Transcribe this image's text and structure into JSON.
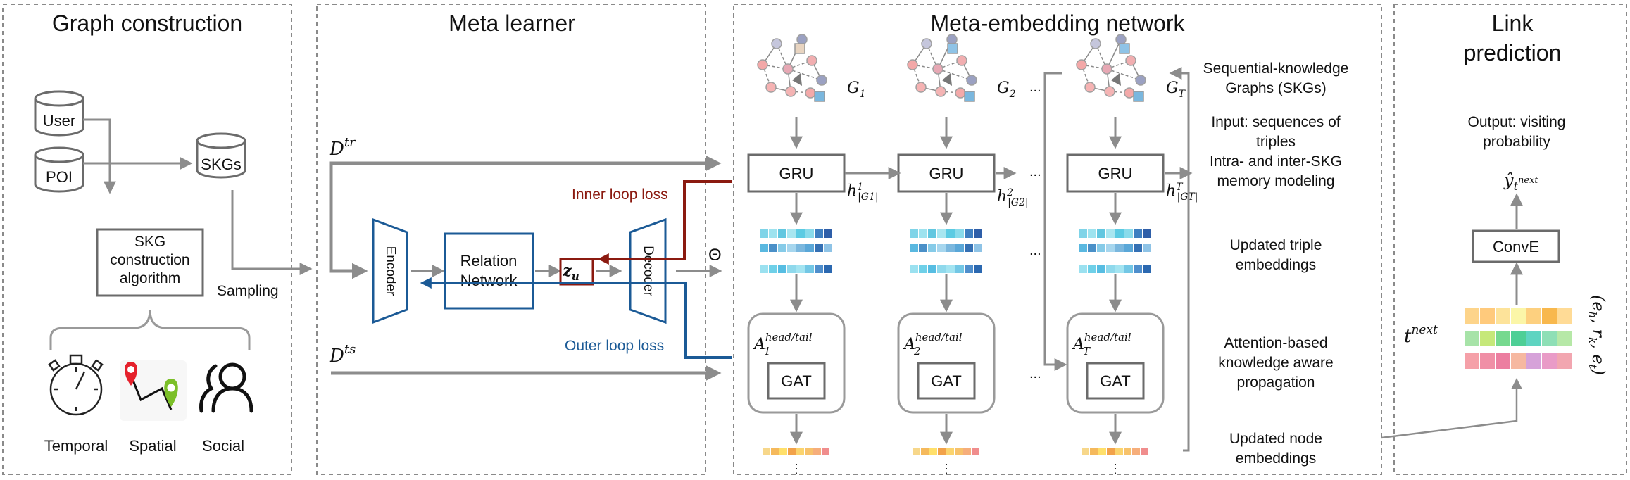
{
  "panels": {
    "graph_construction": {
      "title": "Graph construction",
      "user": "User",
      "poi": "POI",
      "skgs": "SKGs",
      "algorithm": [
        "SKG",
        "construction",
        "algorithm"
      ],
      "sampling": "Sampling",
      "temporal": "Temporal",
      "spatial": "Spatial",
      "social": "Social"
    },
    "meta_learner": {
      "title": "Meta learner",
      "d_tr": "D",
      "d_tr_sup": "tr",
      "d_ts": "D",
      "d_ts_sup": "ts",
      "encoder": "Encoder",
      "relation": [
        "Relation",
        "Network"
      ],
      "z_u": "z",
      "z_u_sub": "u",
      "decoder": "Decoder",
      "inner_loss": "Inner loop loss",
      "outer_loss": "Outer loop loss",
      "theta": "Θ"
    },
    "meta_embedding": {
      "title": "Meta-embedding network",
      "gru": "GRU",
      "gat": "GAT",
      "ellipsis": "...",
      "graphs": [
        "G",
        "G",
        "G"
      ],
      "graph_subs": [
        "1",
        "2",
        "T"
      ],
      "hidden": [
        "h",
        "h",
        "h"
      ],
      "hidden_sups": [
        "1",
        "2",
        "T"
      ],
      "hidden_subs": [
        "|G1|",
        "|G2|",
        "|GT|"
      ],
      "attn": [
        "A",
        "A",
        "A"
      ],
      "attn_subs": [
        "1",
        "2",
        "T"
      ],
      "attn_sup": "head/tail",
      "desc_skg": [
        "Sequential-knowledge",
        "Graphs (SKGs)"
      ],
      "desc_input": [
        "Input: sequences of",
        "triples"
      ],
      "desc_memory": [
        "Intra- and inter-SKG",
        "memory modeling"
      ],
      "desc_triple": [
        "Updated triple",
        "embeddings"
      ],
      "desc_attn": [
        "Attention-based",
        "knowledge aware",
        "propagation"
      ],
      "desc_node": [
        "Updated node",
        "embeddings"
      ]
    },
    "link_prediction": {
      "title": [
        "Link",
        "prediction"
      ],
      "output": [
        "Output: visiting",
        "probability"
      ],
      "y": "ŷ",
      "y_sub": "t",
      "y_subsup": "next",
      "conve": "ConvE",
      "t": "t",
      "t_sup": "next",
      "triple": "(e",
      "triple_h": "h",
      "triple_r": ", r",
      "triple_rk": "k",
      "triple_e": ", e",
      "triple_t": "t",
      "triple_close": ")"
    }
  },
  "colors": {
    "dash_border": "#8a8a8a",
    "gray_arrow": "#8c8c8c",
    "box_stroke": "#6b6b6b",
    "blue": "#1b5a96",
    "red": "#8b1a10",
    "text": "#111111"
  },
  "embedding_palettes": {
    "triple_rows": [
      [
        "#7fd4e8",
        "#9ee3ef",
        "#62c7e0",
        "#a8e6f0",
        "#5ccbe3",
        "#89dbeb",
        "#3e7fc1",
        "#2e5ea8"
      ],
      [
        "#5ab8e0",
        "#4a90c8",
        "#86cbe8",
        "#a6d6ee",
        "#7ab7de",
        "#5aa7d8",
        "#3470b4",
        "#8ec3e6"
      ],
      [
        "#9be1f0",
        "#6fd0e8",
        "#57bde2",
        "#8fd9ec",
        "#a3e4f1",
        "#73c7e5",
        "#4f8ecc",
        "#2b68b0"
      ]
    ],
    "node_row": [
      "#f7d78a",
      "#f5b95c",
      "#ffe06b",
      "#f2a24a",
      "#fbd46e",
      "#f7c26b",
      "#f6ae7b",
      "#f08d8d"
    ],
    "link_rows": [
      [
        "#fdd48a",
        "#ffca7c",
        "#fde39a",
        "#fbf6a8",
        "#fdd07f",
        "#f8b84d",
        "#ffdb96"
      ],
      [
        "#a7e3a8",
        "#c6e87a",
        "#76d98f",
        "#4ecf96",
        "#5ed4c1",
        "#8edfb6",
        "#b6e8a7"
      ],
      [
        "#f5a0a8",
        "#f08fa6",
        "#ec7ea0",
        "#f6b8a0",
        "#d6a2d9",
        "#e99bc7",
        "#f2a6b0"
      ]
    ]
  }
}
